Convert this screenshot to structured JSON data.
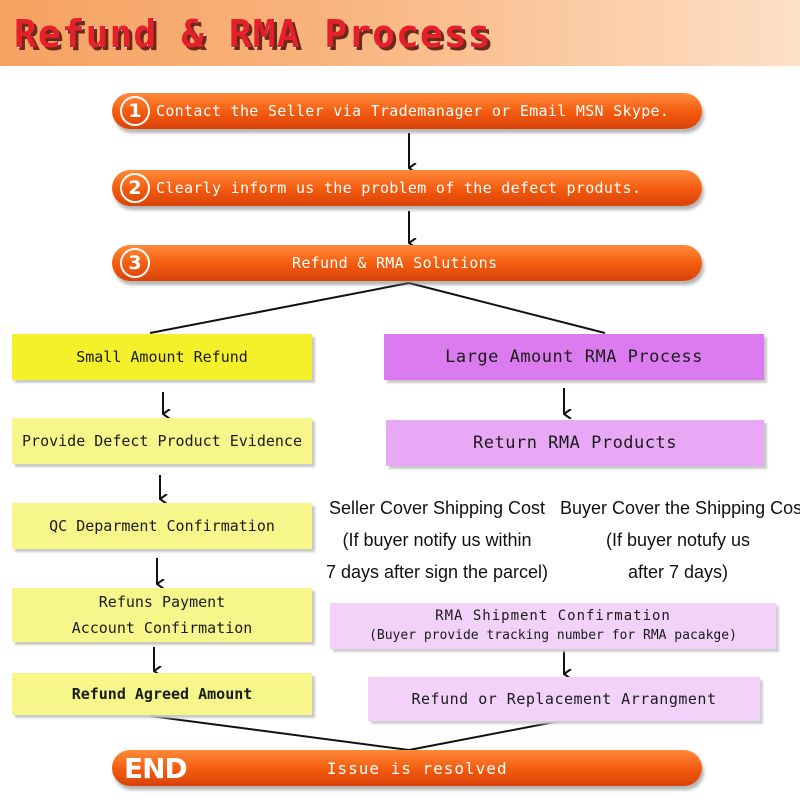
{
  "title": "Refund & RMA Process",
  "steps": [
    {
      "number": "1",
      "text": "Contact the Seller via Trademanager or Email MSN Skype."
    },
    {
      "number": "2",
      "text": "Clearly inform us the problem of the defect produts."
    },
    {
      "number": "3",
      "text": "Refund & RMA Solutions"
    }
  ],
  "left_branch": {
    "title": "Small Amount Refund",
    "evidence": "Provide Defect Product Evidence",
    "qc": "QC Deparment Confirmation",
    "payment_line1": "Refuns Payment",
    "payment_line2": "Account Confirmation",
    "agreed": "Refund Agreed Amount"
  },
  "right_branch": {
    "title": "Large Amount RMA Process",
    "return": "Return RMA Products",
    "seller_cover": {
      "line1": "Seller Cover Shipping Cost",
      "line2": "(If buyer notify us within",
      "line3": "7 days after sign the parcel)"
    },
    "buyer_cover": {
      "line1": "Buyer Cover the Shipping Cost",
      "line2": "(If buyer notufy us",
      "line3": "after 7 days)"
    },
    "shipment_line1": "RMA Shipment Confirmation",
    "shipment_line2": "(Buyer provide tracking number for RMA pacakge)",
    "arrangement": "Refund or Replacement Arrangment"
  },
  "end": {
    "label": "END",
    "text": "Issue is resolved"
  },
  "colors": {
    "header_title": "#e6202a",
    "pill": "#f35a0e",
    "yellow": "#f4f02a",
    "light_yellow": "#f7f68a",
    "purple": "#dc7bf0",
    "light_purple": "#e8a8f5",
    "pale_purple": "#f2d2f9"
  }
}
